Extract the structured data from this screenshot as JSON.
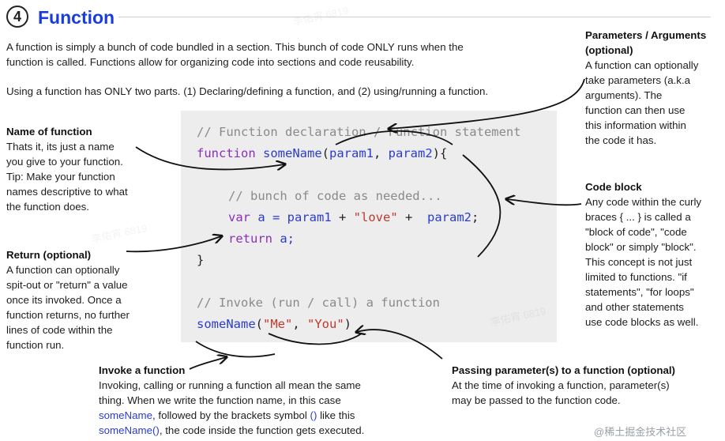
{
  "header": {
    "step_number": "4",
    "title": "Function"
  },
  "intro": {
    "line1": "A function is simply a bunch of code bundled in a section. This bunch of code ONLY runs when the",
    "line2": "function is called. Functions allow for organizing code into sections and code reusability.",
    "line3": "Using a function has ONLY two parts. (1) Declaring/defining a function, and (2) using/running a function."
  },
  "annotations": {
    "name_of_function": {
      "heading": "Name of function",
      "lines": [
        "Thats it, its just a name",
        "you give to your function.",
        "Tip: Make your function",
        "names descriptive to what",
        "the function does."
      ]
    },
    "return": {
      "heading": "Return (optional)",
      "lines": [
        "A function can optionally",
        "spit-out or \"return\" a value",
        "once its invoked. Once a",
        "function returns, no further",
        "lines of code within the",
        "function run."
      ]
    },
    "parameters": {
      "heading_line1": "Parameters / Arguments",
      "heading_line2": "(optional)",
      "lines": [
        "A function can optionally",
        "take parameters (a.k.a",
        "arguments). The",
        "function can then use",
        "this information within",
        "the code it has."
      ]
    },
    "code_block": {
      "heading": "Code block",
      "lines": [
        "Any code within the curly",
        "braces { ... } is called a",
        "\"block of code\", \"code",
        "block\" or simply \"block\".",
        "This concept is not just",
        "limited to functions. \"if",
        "statements\", \"for loops\"",
        "and other statements",
        "use code blocks as well."
      ]
    },
    "invoke": {
      "heading": "Invoke a function",
      "line1": "Invoking, calling or running a function all mean the same",
      "line2": "thing. When we write the function name, in this case",
      "line3_hl": "someName",
      "line3_rest": ", followed by the brackets symbol ",
      "line3_hl2": "()",
      "line3_end": " like this",
      "line4_hl": "someName()",
      "line4_rest": ", the code inside the function gets executed."
    },
    "passing_params": {
      "heading": "Passing parameter(s) to a function (optional)",
      "lines": [
        "At the time of invoking a function, parameter(s)",
        "may be passed to the function code."
      ]
    }
  },
  "code": {
    "comment_declaration": "// Function declaration / Function statement",
    "kw_function": "function",
    "fn_name": "someName",
    "open_paren": "(",
    "param1": "param1",
    "comma": ", ",
    "param2": "param2",
    "close_paren_brace": "){",
    "comment_body": "// bunch of code as needed...",
    "kw_var": "var",
    "var_a": " a = ",
    "ref_param1": "param1",
    "plus1": " + ",
    "str_love": "\"love\"",
    "plus2": " +  ",
    "ref_param2": "param2",
    "semi": ";",
    "kw_return": "return",
    "return_a": " a;",
    "close_brace": "}",
    "comment_invoke": "// Invoke (run / call) a function",
    "invoke_name": "someName",
    "invoke_open": "(",
    "str_me": "\"Me\"",
    "invoke_comma": ", ",
    "str_you": "\"You\"",
    "invoke_close": ")"
  },
  "watermarks": {
    "text": "李佑宵 6819",
    "footer": "@稀土掘金技术社区"
  },
  "colors": {
    "title_blue": "#1a3cd8",
    "keyword_purple": "#8b2fb8",
    "identifier_blue": "#2a3ccf",
    "string_red": "#c0392b",
    "comment_gray": "#8a8a8a",
    "code_background": "#ededed"
  }
}
